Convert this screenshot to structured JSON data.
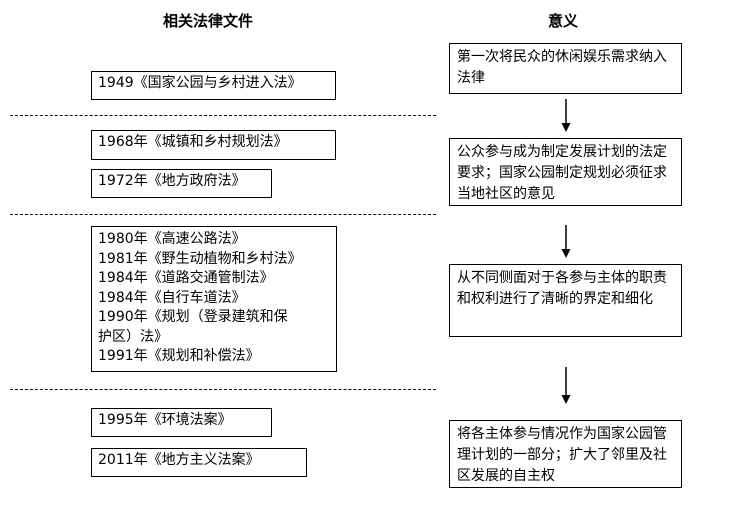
{
  "headers": {
    "left": "相关法律文件",
    "right": "意义"
  },
  "groups": [
    {
      "laws": [
        "1949《国家公园与乡村进入法》"
      ],
      "significance": "第一次将民众的休闲娱乐需求纳入法律"
    },
    {
      "laws": [
        "1968年《城镇和乡村规划法》",
        "1972年《地方政府法》"
      ],
      "significance": "公众参与成为制定发展计划的法定要求；国家公园制定规划必须征求当地社区的意见"
    },
    {
      "laws": [
        "1980年《高速公路法》",
        "1981年《野生动植物和乡村法》",
        "1984年《道路交通管制法》",
        "1984年《自行车道法》",
        "1990年《规划（登录建筑和保",
        "护区）法》",
        "1991年《规划和补偿法》"
      ],
      "significance": "从不同侧面对于各参与主体的职责和权利进行了清晰的界定和细化"
    },
    {
      "laws": [
        "1995年《环境法案》",
        "2011年《地方主义法案》"
      ],
      "significance": "将各主体参与情况作为国家公园管理计划的一部分；扩大了邻里及社区发展的自主权"
    }
  ]
}
